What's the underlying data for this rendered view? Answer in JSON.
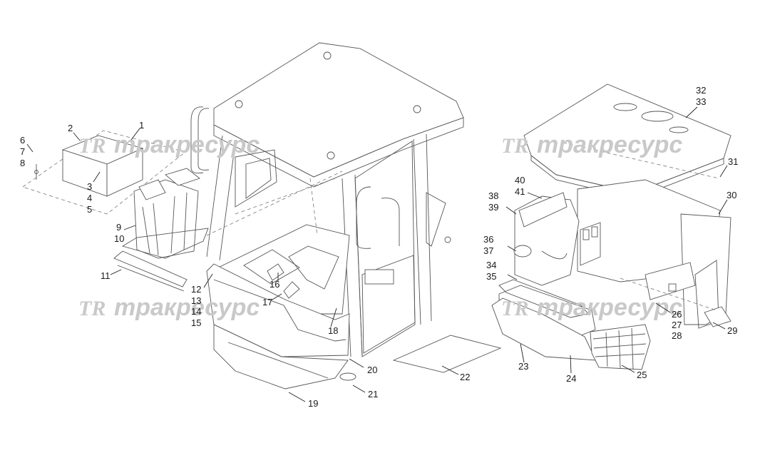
{
  "watermark": {
    "logo": "TR",
    "text": "тракресурс"
  },
  "callouts": [
    {
      "id": "c1",
      "text": "1"
    },
    {
      "id": "c2",
      "text": "2"
    },
    {
      "id": "c3",
      "text": "3"
    },
    {
      "id": "c4",
      "text": "4"
    },
    {
      "id": "c5",
      "text": "5"
    },
    {
      "id": "c6",
      "text": "6"
    },
    {
      "id": "c7",
      "text": "7"
    },
    {
      "id": "c8",
      "text": "8"
    },
    {
      "id": "c9",
      "text": "9"
    },
    {
      "id": "c10",
      "text": "10"
    },
    {
      "id": "c11",
      "text": "11"
    },
    {
      "id": "c12",
      "text": "12"
    },
    {
      "id": "c13",
      "text": "13"
    },
    {
      "id": "c14",
      "text": "14"
    },
    {
      "id": "c15",
      "text": "15"
    },
    {
      "id": "c16",
      "text": "16"
    },
    {
      "id": "c17",
      "text": "17"
    },
    {
      "id": "c18",
      "text": "18"
    },
    {
      "id": "c19",
      "text": "19"
    },
    {
      "id": "c20",
      "text": "20"
    },
    {
      "id": "c21",
      "text": "21"
    },
    {
      "id": "c22",
      "text": "22"
    },
    {
      "id": "c23",
      "text": "23"
    },
    {
      "id": "c24",
      "text": "24"
    },
    {
      "id": "c25",
      "text": "25"
    },
    {
      "id": "c26",
      "text": "26"
    },
    {
      "id": "c27",
      "text": "27"
    },
    {
      "id": "c28",
      "text": "28"
    },
    {
      "id": "c29",
      "text": "29"
    },
    {
      "id": "c30",
      "text": "30"
    },
    {
      "id": "c31",
      "text": "31"
    },
    {
      "id": "c32",
      "text": "32"
    },
    {
      "id": "c33",
      "text": "33"
    },
    {
      "id": "c34",
      "text": "34"
    },
    {
      "id": "c35",
      "text": "35"
    },
    {
      "id": "c36",
      "text": "36"
    },
    {
      "id": "c37",
      "text": "37"
    },
    {
      "id": "c38",
      "text": "38"
    },
    {
      "id": "c39",
      "text": "39"
    },
    {
      "id": "c40",
      "text": "40"
    },
    {
      "id": "c41",
      "text": "41"
    }
  ]
}
